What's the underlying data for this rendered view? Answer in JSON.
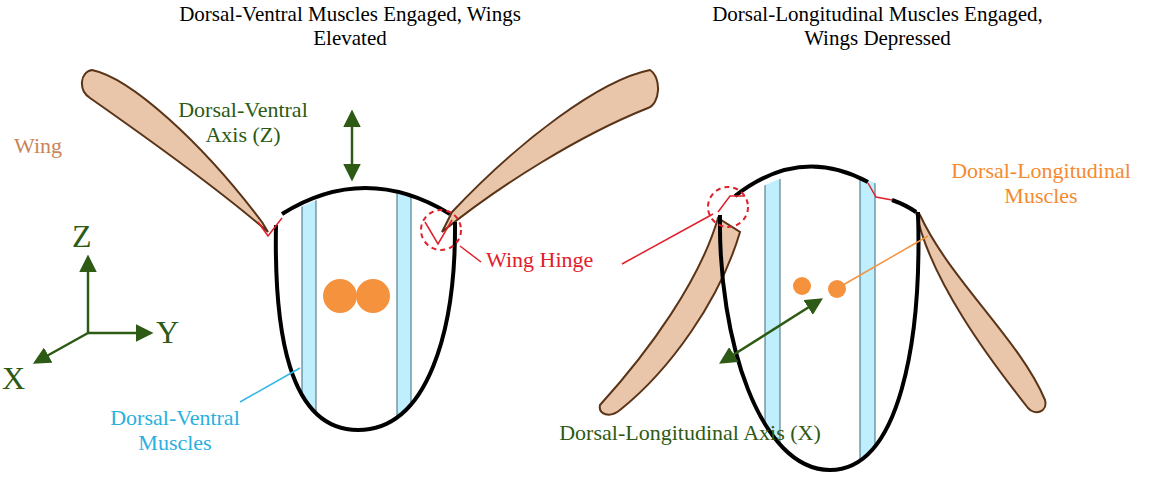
{
  "diagram": {
    "labels": [
      "Dorsal-Ventral Muscles Engaged, Wings Elevated",
      "Dorsal-Longitudinal Muscles Engaged, Wings Depressed",
      "Wing",
      "Dorsal-Ventral Axis (Z)",
      "Z",
      "Y",
      "X",
      "Dorsal-Ventral Muscles",
      "Wing Hinge",
      "Dorsal-Longitudinal Muscles",
      "Dorsal-Longitudinal Axis (X)"
    ]
  }
}
